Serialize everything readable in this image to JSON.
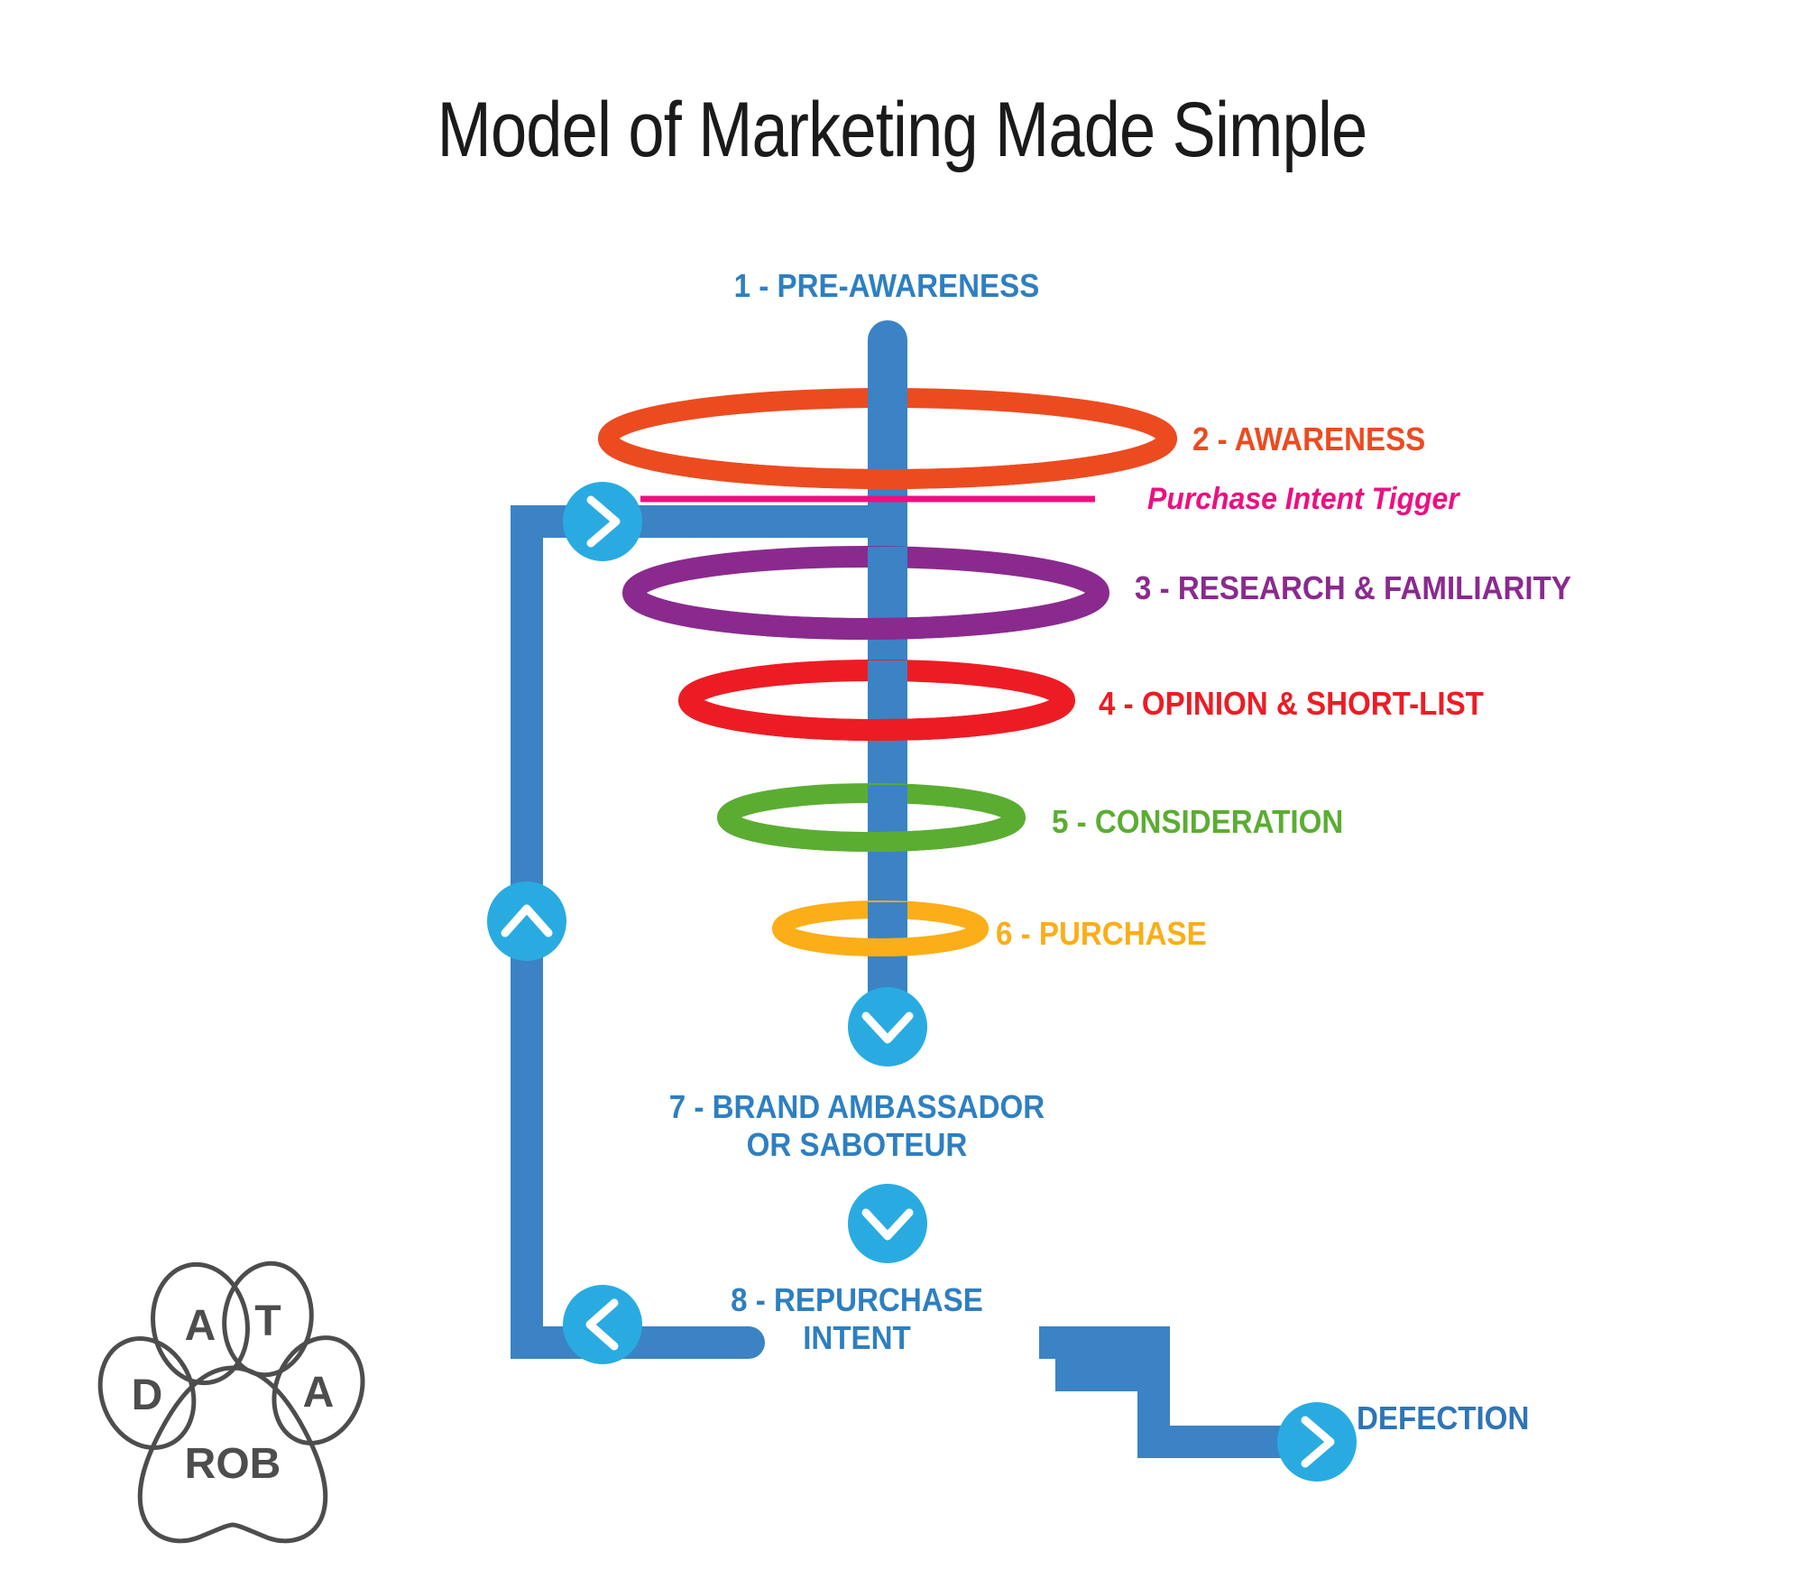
{
  "title": "Model of Marketing Made Simple",
  "colors": {
    "stem_blue": "#3B83C4",
    "arrow_circle": "#29ABE2",
    "stage1": "#2E7FC1",
    "stage2": "#EC4B20",
    "trigger": "#EC1080",
    "stage3": "#8A2A8E",
    "stage4": "#ED1C24",
    "stage5": "#5BAD32",
    "stage6": "#FBAE17",
    "stage7": "#2E7FC1",
    "stage8": "#2E7FC1",
    "defection": "#2E75B6",
    "logo_outline": "#4d4d4d",
    "title_text": "#1a1a1a"
  },
  "chart_data": {
    "type": "diagram",
    "title": "Model of Marketing Made Simple",
    "description": "Funnel of eight marketing stages shown as coloured rings of decreasing size threaded on a vertical blue stem, with feedback loops for repurchase intent and defection.",
    "stages": [
      {
        "number": "1",
        "name": "PRE-AWARENESS",
        "label": "1 - PRE-AWARENESS",
        "color": "#2E7FC1",
        "ring": false
      },
      {
        "number": "2",
        "name": "AWARENESS",
        "label": "2 - AWARENESS",
        "color": "#EC4B20",
        "ring": true,
        "ring_width": 490,
        "ring_height": 88
      },
      {
        "number": "3",
        "name": "RESEARCH & FAMILIARITY",
        "label": "3 - RESEARCH & FAMILIARITY",
        "color": "#8A2A8E",
        "ring": true,
        "ring_width": 400,
        "ring_height": 76
      },
      {
        "number": "4",
        "name": "OPINION & SHORT-LIST",
        "label": "4 - OPINION & SHORT-LIST",
        "color": "#ED1C24",
        "ring": true,
        "ring_width": 330,
        "ring_height": 62
      },
      {
        "number": "5",
        "name": "CONSIDERATION",
        "label": "5 - CONSIDERATION",
        "color": "#5BAD32",
        "ring": true,
        "ring_width": 256,
        "ring_height": 50
      },
      {
        "number": "6",
        "name": "PURCHASE",
        "label": "6 - PURCHASE",
        "color": "#FBAE17",
        "ring": true,
        "ring_width": 180,
        "ring_height": 38
      },
      {
        "number": "7",
        "name": "BRAND AMBASSADOR OR SABOTEUR",
        "label_line1": "7 - BRAND AMBASSADOR",
        "label_line2": "OR SABOTEUR",
        "color": "#2E7FC1",
        "ring": false
      },
      {
        "number": "8",
        "name": "REPURCHASE INTENT",
        "label_line1": "8 - REPURCHASE",
        "label_line2": "INTENT",
        "color": "#2E7FC1",
        "ring": false
      }
    ],
    "annotations": [
      {
        "name": "purchase-intent-trigger",
        "label": "Purchase Intent Tigger",
        "color": "#EC1080",
        "style": "bold-italic",
        "marker": "horizontal pink rule crossing the stem"
      },
      {
        "name": "defection",
        "label": "DEFECTION",
        "color": "#2E75B6",
        "marker": "branch path exiting right with chevron arrow"
      }
    ],
    "flow_arrows": [
      {
        "name": "repurchase-reentry-arrow",
        "glyph": "chevron-right",
        "meaning": "returning customers re-enter the funnel below the purchase intent trigger"
      },
      {
        "name": "loop-up-arrow",
        "glyph": "chevron-up",
        "meaning": "loop travelling upward on the left return path"
      },
      {
        "name": "to-ambassador-arrow",
        "glyph": "chevron-down",
        "meaning": "from purchase down to brand ambassador or saboteur"
      },
      {
        "name": "to-repurchase-arrow",
        "glyph": "chevron-down",
        "meaning": "from ambassador down to repurchase intent"
      },
      {
        "name": "loop-left-arrow",
        "glyph": "chevron-left",
        "meaning": "repurchase intent feeds back into the loop"
      },
      {
        "name": "defection-arrow",
        "glyph": "chevron-right",
        "meaning": "customer leaves the funnel"
      }
    ]
  },
  "labels": {
    "stage1": "1 - PRE-AWARENESS",
    "stage2": "2 - AWARENESS",
    "trigger": "Purchase Intent Tigger",
    "stage3": "3 - RESEARCH & FAMILIARITY",
    "stage4": "4 - OPINION & SHORT-LIST",
    "stage5": "5 - CONSIDERATION",
    "stage6": "6 - PURCHASE",
    "stage7_line1": "7 - BRAND AMBASSADOR",
    "stage7_line2": "OR SABOTEUR",
    "stage8_line1": "8 - REPURCHASE",
    "stage8_line2": "INTENT",
    "defection": "DEFECTION"
  },
  "logo": {
    "name": "data-rob-paw-logo",
    "toe1": "D",
    "toe2": "A",
    "toe3": "T",
    "toe4": "A",
    "pad": "ROB"
  }
}
